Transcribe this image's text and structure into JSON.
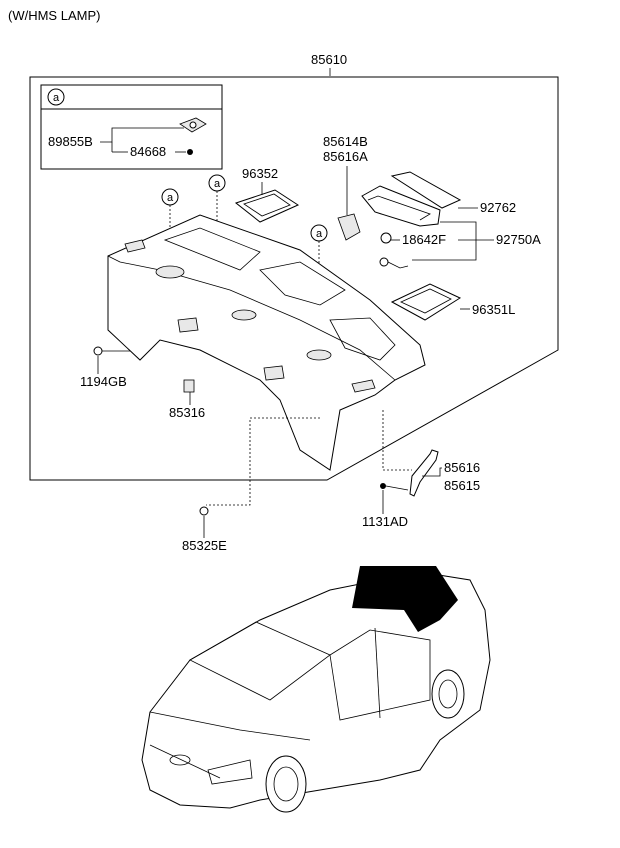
{
  "header": {
    "note": "(W/HMS LAMP)"
  },
  "detail_box": {
    "circle_label": "a",
    "parts": {
      "bracket": "89855B",
      "bolt": "84668"
    }
  },
  "callouts": {
    "circle_a": "a",
    "main_assembly": "85610",
    "speaker_grille_right": "96352",
    "bracket_upper": "85614B",
    "bracket_lower": "85616A",
    "lamp_cover": "92762",
    "bulb_socket": "18642F",
    "lamp_assembly": "92750A",
    "speaker_grille_left": "96351L",
    "fastener_left": "1194GB",
    "clip_center": "85316",
    "bracket_side_upper": "85616",
    "bracket_side_lower": "85615",
    "bolt_side": "1131AD",
    "fastener_bottom": "85325E"
  }
}
